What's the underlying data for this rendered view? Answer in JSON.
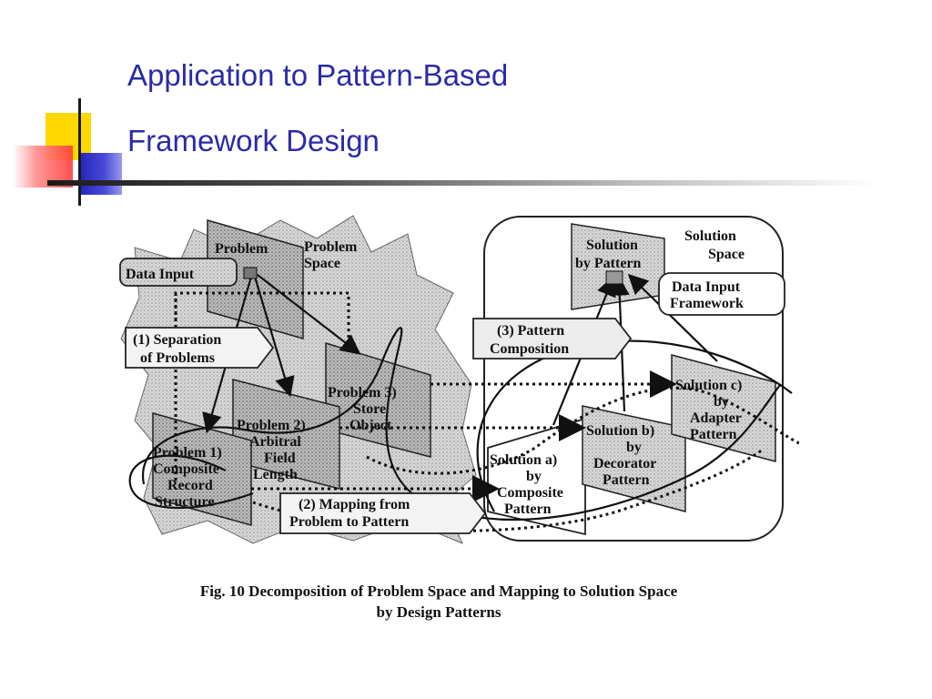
{
  "slide": {
    "title_line1": "Application to Pattern-Based",
    "title_line2": "Framework Design"
  },
  "figure": {
    "caption_line1": "Fig. 10 Decomposition of Problem Space and Mapping to Solution Space",
    "caption_line2": "by Design Patterns",
    "labels": {
      "problem": "Problem",
      "problem_space_1": "Problem",
      "problem_space_2": "Space",
      "data_input": "Data Input",
      "separation_1": "(1) Separation",
      "separation_2": "of  Problems",
      "problem3_1": "Problem 3)",
      "problem3_2": "Store",
      "problem3_3": "Object",
      "problem2_1": "Problem 2)",
      "problem2_2": "Arbitral",
      "problem2_3": "Field",
      "problem2_4": "Length",
      "problem1_1": "Problem 1)",
      "problem1_2": "Composite",
      "problem1_3": "Record",
      "problem1_4": "Structure",
      "mapping_1": "(2) Mapping from",
      "mapping_2": "Problem to Pattern",
      "composition_1": "(3) Pattern",
      "composition_2": "Composition",
      "solution_pattern_1": "Solution",
      "solution_pattern_2": "by Pattern",
      "solution_space_1": "Solution",
      "solution_space_2": "Space",
      "dif_1": "Data Input",
      "dif_2": "Framework",
      "sol_a_1": "Solution a)",
      "sol_a_2": "by",
      "sol_a_3": "Composite",
      "sol_a_4": "Pattern",
      "sol_b_1": "Solution b)",
      "sol_b_2": "by",
      "sol_b_3": "Decorator",
      "sol_b_4": "Pattern",
      "sol_c_1": "Solution c)",
      "sol_c_2": "by",
      "sol_c_3": "Adapter",
      "sol_c_4": "Pattern"
    }
  },
  "colors": {
    "title": "#2b2ba6",
    "deco_yellow": "#ffd800",
    "deco_red": "#ff4b4b",
    "deco_blue": "#2b2bc8"
  }
}
